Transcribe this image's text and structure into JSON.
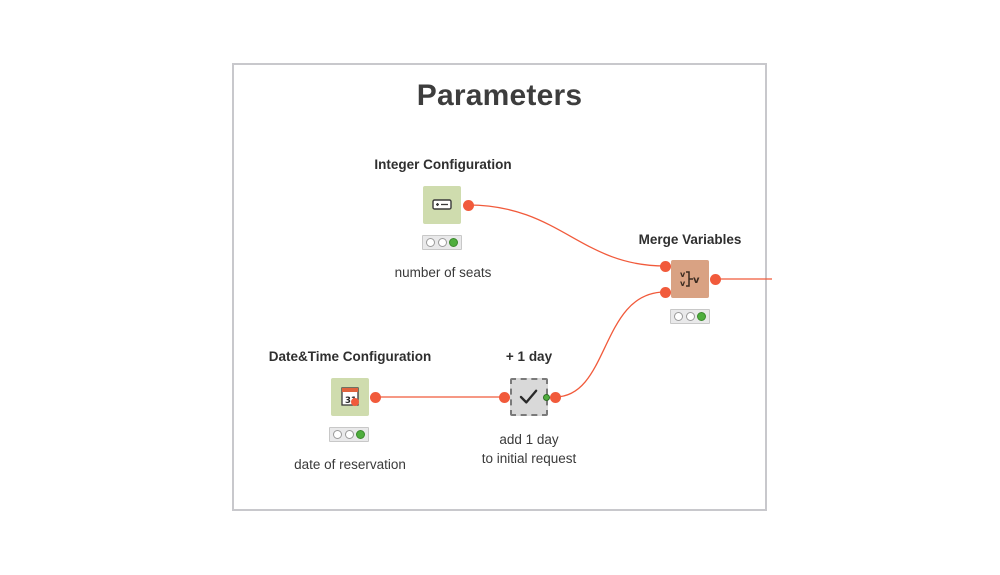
{
  "workflow": {
    "annotation_title": "Parameters",
    "nodes": {
      "integer_config": {
        "title": "Integer Configuration",
        "description": "number of seats"
      },
      "datetime_config": {
        "title": "Date&Time Configuration",
        "description": "date of reservation"
      },
      "plus_one_day": {
        "title": "+ 1 day",
        "description_line1": "add 1 day",
        "description_line2": "to initial request"
      },
      "merge_variables": {
        "title": "Merge Variables"
      }
    },
    "colors": {
      "connection": "#f15a3b",
      "config_node": "#cfdcae",
      "flow_node": "#d9a283",
      "metanode": "#d9d9d9",
      "status_ok": "#4fae3e"
    }
  }
}
